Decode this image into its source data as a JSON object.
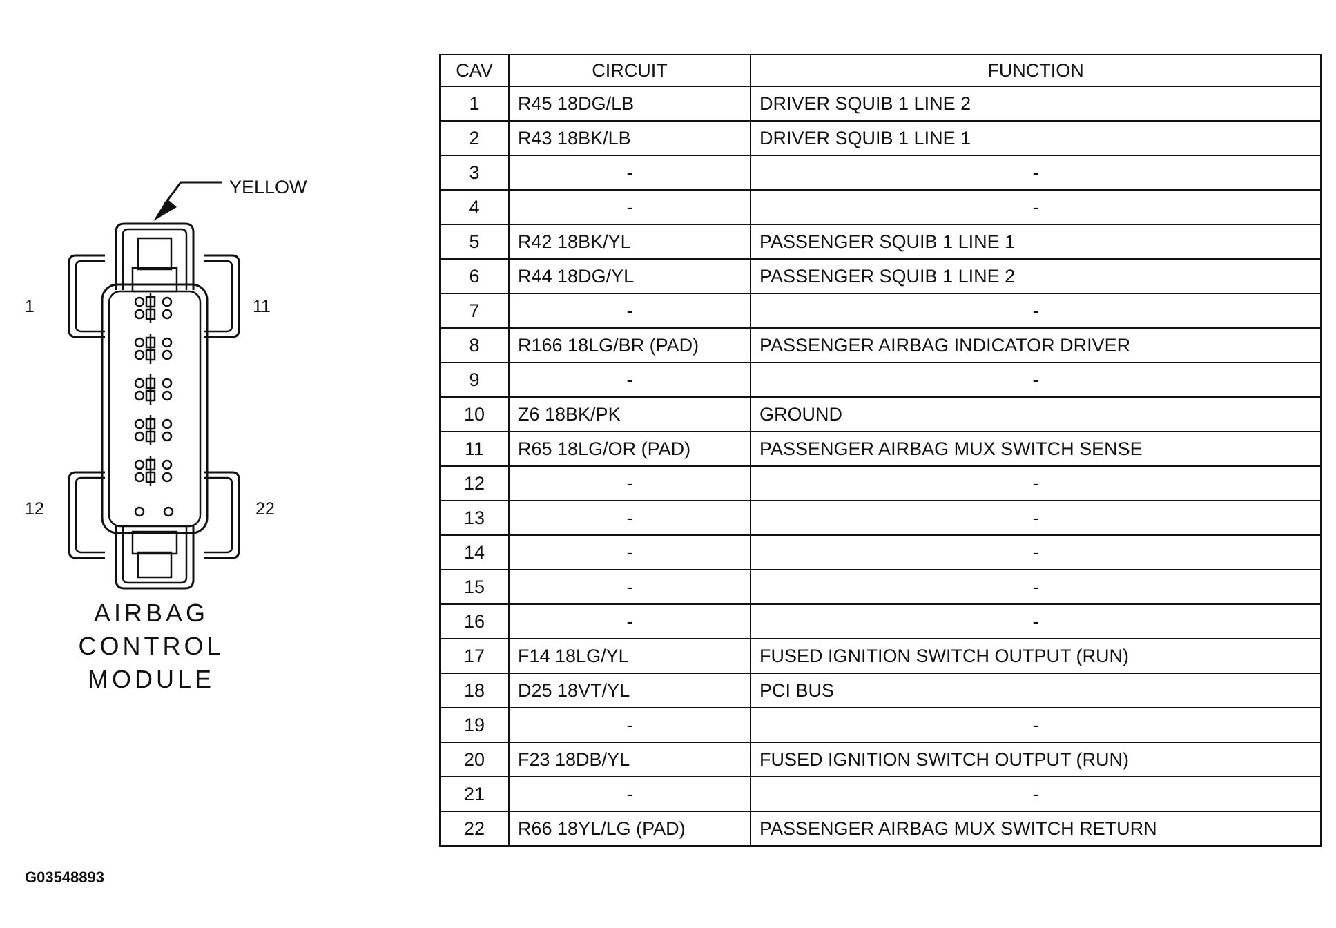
{
  "connector": {
    "color_label": "YELLOW",
    "pin_labels": {
      "top_left": "1",
      "top_right": "11",
      "bottom_left": "12",
      "bottom_right": "22"
    },
    "title_lines": [
      "AIRBAG",
      "CONTROL",
      "MODULE"
    ]
  },
  "table": {
    "headers": {
      "cav": "CAV",
      "circuit": "CIRCUIT",
      "function": "FUNCTION"
    },
    "rows": [
      {
        "cav": "1",
        "circuit": "R45 18DG/LB",
        "function": "DRIVER SQUIB 1 LINE 2"
      },
      {
        "cav": "2",
        "circuit": "R43 18BK/LB",
        "function": "DRIVER SQUIB 1 LINE 1"
      },
      {
        "cav": "3",
        "circuit": "-",
        "function": "-"
      },
      {
        "cav": "4",
        "circuit": "-",
        "function": "-"
      },
      {
        "cav": "5",
        "circuit": "R42 18BK/YL",
        "function": "PASSENGER SQUIB 1 LINE 1"
      },
      {
        "cav": "6",
        "circuit": "R44 18DG/YL",
        "function": "PASSENGER SQUIB 1 LINE 2"
      },
      {
        "cav": "7",
        "circuit": "-",
        "function": "-"
      },
      {
        "cav": "8",
        "circuit": "R166 18LG/BR (PAD)",
        "function": "PASSENGER AIRBAG INDICATOR DRIVER"
      },
      {
        "cav": "9",
        "circuit": "-",
        "function": "-"
      },
      {
        "cav": "10",
        "circuit": "Z6 18BK/PK",
        "function": "GROUND"
      },
      {
        "cav": "11",
        "circuit": "R65 18LG/OR (PAD)",
        "function": "PASSENGER AIRBAG MUX SWITCH SENSE"
      },
      {
        "cav": "12",
        "circuit": "-",
        "function": "-"
      },
      {
        "cav": "13",
        "circuit": "-",
        "function": "-"
      },
      {
        "cav": "14",
        "circuit": "-",
        "function": "-"
      },
      {
        "cav": "15",
        "circuit": "-",
        "function": "-"
      },
      {
        "cav": "16",
        "circuit": "-",
        "function": "-"
      },
      {
        "cav": "17",
        "circuit": "F14 18LG/YL",
        "function": "FUSED IGNITION SWITCH OUTPUT (RUN)"
      },
      {
        "cav": "18",
        "circuit": "D25 18VT/YL",
        "function": "PCI BUS"
      },
      {
        "cav": "19",
        "circuit": "-",
        "function": "-"
      },
      {
        "cav": "20",
        "circuit": "F23 18DB/YL",
        "function": "FUSED IGNITION SWITCH OUTPUT (RUN)"
      },
      {
        "cav": "21",
        "circuit": "-",
        "function": "-"
      },
      {
        "cav": "22",
        "circuit": "R66 18YL/LG (PAD)",
        "function": "PASSENGER AIRBAG MUX SWITCH RETURN"
      }
    ]
  },
  "figure_id": "G03548893"
}
